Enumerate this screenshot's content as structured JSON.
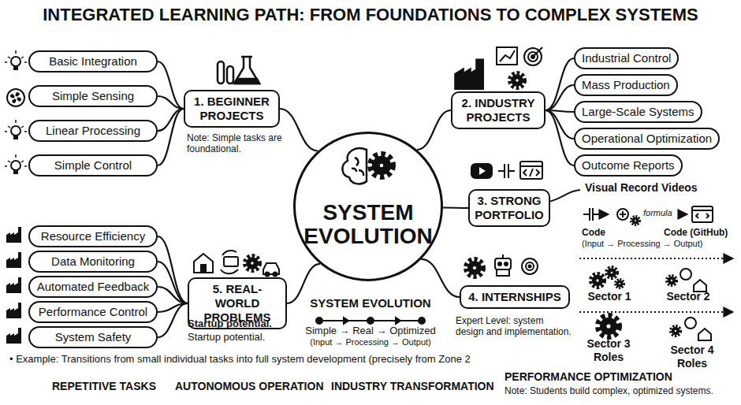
{
  "diagram": {
    "title": "INTEGRATED LEARNING PATH: FROM FOUNDATIONS TO COMPLEX SYSTEMS",
    "nodes": [
      {
        "text": [
          "SYSTEM EVOLUTION"
        ]
      },
      {
        "text": [
          "1. BEGINNER PROJECTS"
        ]
      },
      {
        "text": [
          "Basic Integration"
        ]
      },
      {
        "text": [
          "Simple Sensing"
        ]
      },
      {
        "text": [
          "Linear Processing"
        ]
      },
      {
        "text": [
          "Simple Control"
        ]
      },
      {
        "text": [
          "2. INDUSTRY PROJECTS"
        ]
      },
      {
        "text": [
          "Industrial Control"
        ]
      },
      {
        "text": [
          "Mass Production"
        ]
      },
      {
        "text": [
          "Large-Scale Systems"
        ]
      },
      {
        "text": [
          "Operational Optimization"
        ]
      },
      {
        "text": [
          "Outcome Reports"
        ]
      },
      {
        "text": [
          "3. STRONG PORTFOLIO"
        ]
      },
      {
        "text": [
          "4. INTERNSHIPS"
        ]
      },
      {
        "text": [
          "5. REAL-WORLD PROBLEMS"
        ]
      },
      {
        "text": [
          "Resource Efficiency"
        ]
      },
      {
        "text": [
          "Data Monitoring"
        ]
      },
      {
        "text": [
          "Automated Feedback"
        ]
      },
      {
        "text": [
          "Performance Control"
        ]
      },
      {
        "text": [
          "System Safety"
        ]
      }
    ],
    "edges": [
      {
        "from": 0,
        "to": 1,
        "arrow": "none"
      },
      {
        "from": 0,
        "to": 6,
        "arrow": "none"
      },
      {
        "from": 0,
        "to": 12,
        "arrow": "none"
      },
      {
        "from": 0,
        "to": 13,
        "arrow": "none"
      },
      {
        "from": 0,
        "to": 14,
        "arrow": "none"
      },
      {
        "from": 1,
        "to": 2,
        "arrow": "none"
      },
      {
        "from": 1,
        "to": 3,
        "arrow": "none"
      },
      {
        "from": 1,
        "to": 4,
        "arrow": "none"
      },
      {
        "from": 1,
        "to": 5,
        "arrow": "none"
      },
      {
        "from": 6,
        "to": 7,
        "arrow": "none"
      },
      {
        "from": 6,
        "to": 8,
        "arrow": "none"
      },
      {
        "from": 6,
        "to": 9,
        "arrow": "none"
      },
      {
        "from": 6,
        "to": 10,
        "arrow": "none"
      },
      {
        "from": 6,
        "to": 11,
        "arrow": "none"
      },
      {
        "from": 14,
        "to": 15,
        "arrow": "none"
      },
      {
        "from": 14,
        "to": 16,
        "arrow": "none"
      },
      {
        "from": 14,
        "to": 17,
        "arrow": "none"
      },
      {
        "from": 14,
        "to": 18,
        "arrow": "none"
      },
      {
        "from": 14,
        "to": 19,
        "arrow": "none"
      }
    ],
    "labels": [
      "Note: Simple tasks are foundational.",
      "Visual Record Videos",
      "formula",
      "Code",
      "(Input → Processing → Output)",
      "Code (GitHub)",
      "Sector 1",
      "Sector 2",
      "Sector 3 Roles",
      "Sector 4 Roles",
      "Expert Level: system design and implementation.",
      "Startup potential.",
      "Startup potential.",
      "SYSTEM EVOLUTION",
      "Simple → Real → Optimized",
      "(Input → Processing → Output)",
      "• Example: Transitions from small individual tasks into full system development (precisely from Zone 2",
      "REPETITIVE TASKS",
      "AUTONOMOUS OPERATION",
      "INDUSTRY TRANSFORMATION",
      "PERFORMANCE OPTIMIZATION",
      "Note: Students build complex, optimized systems."
    ]
  }
}
